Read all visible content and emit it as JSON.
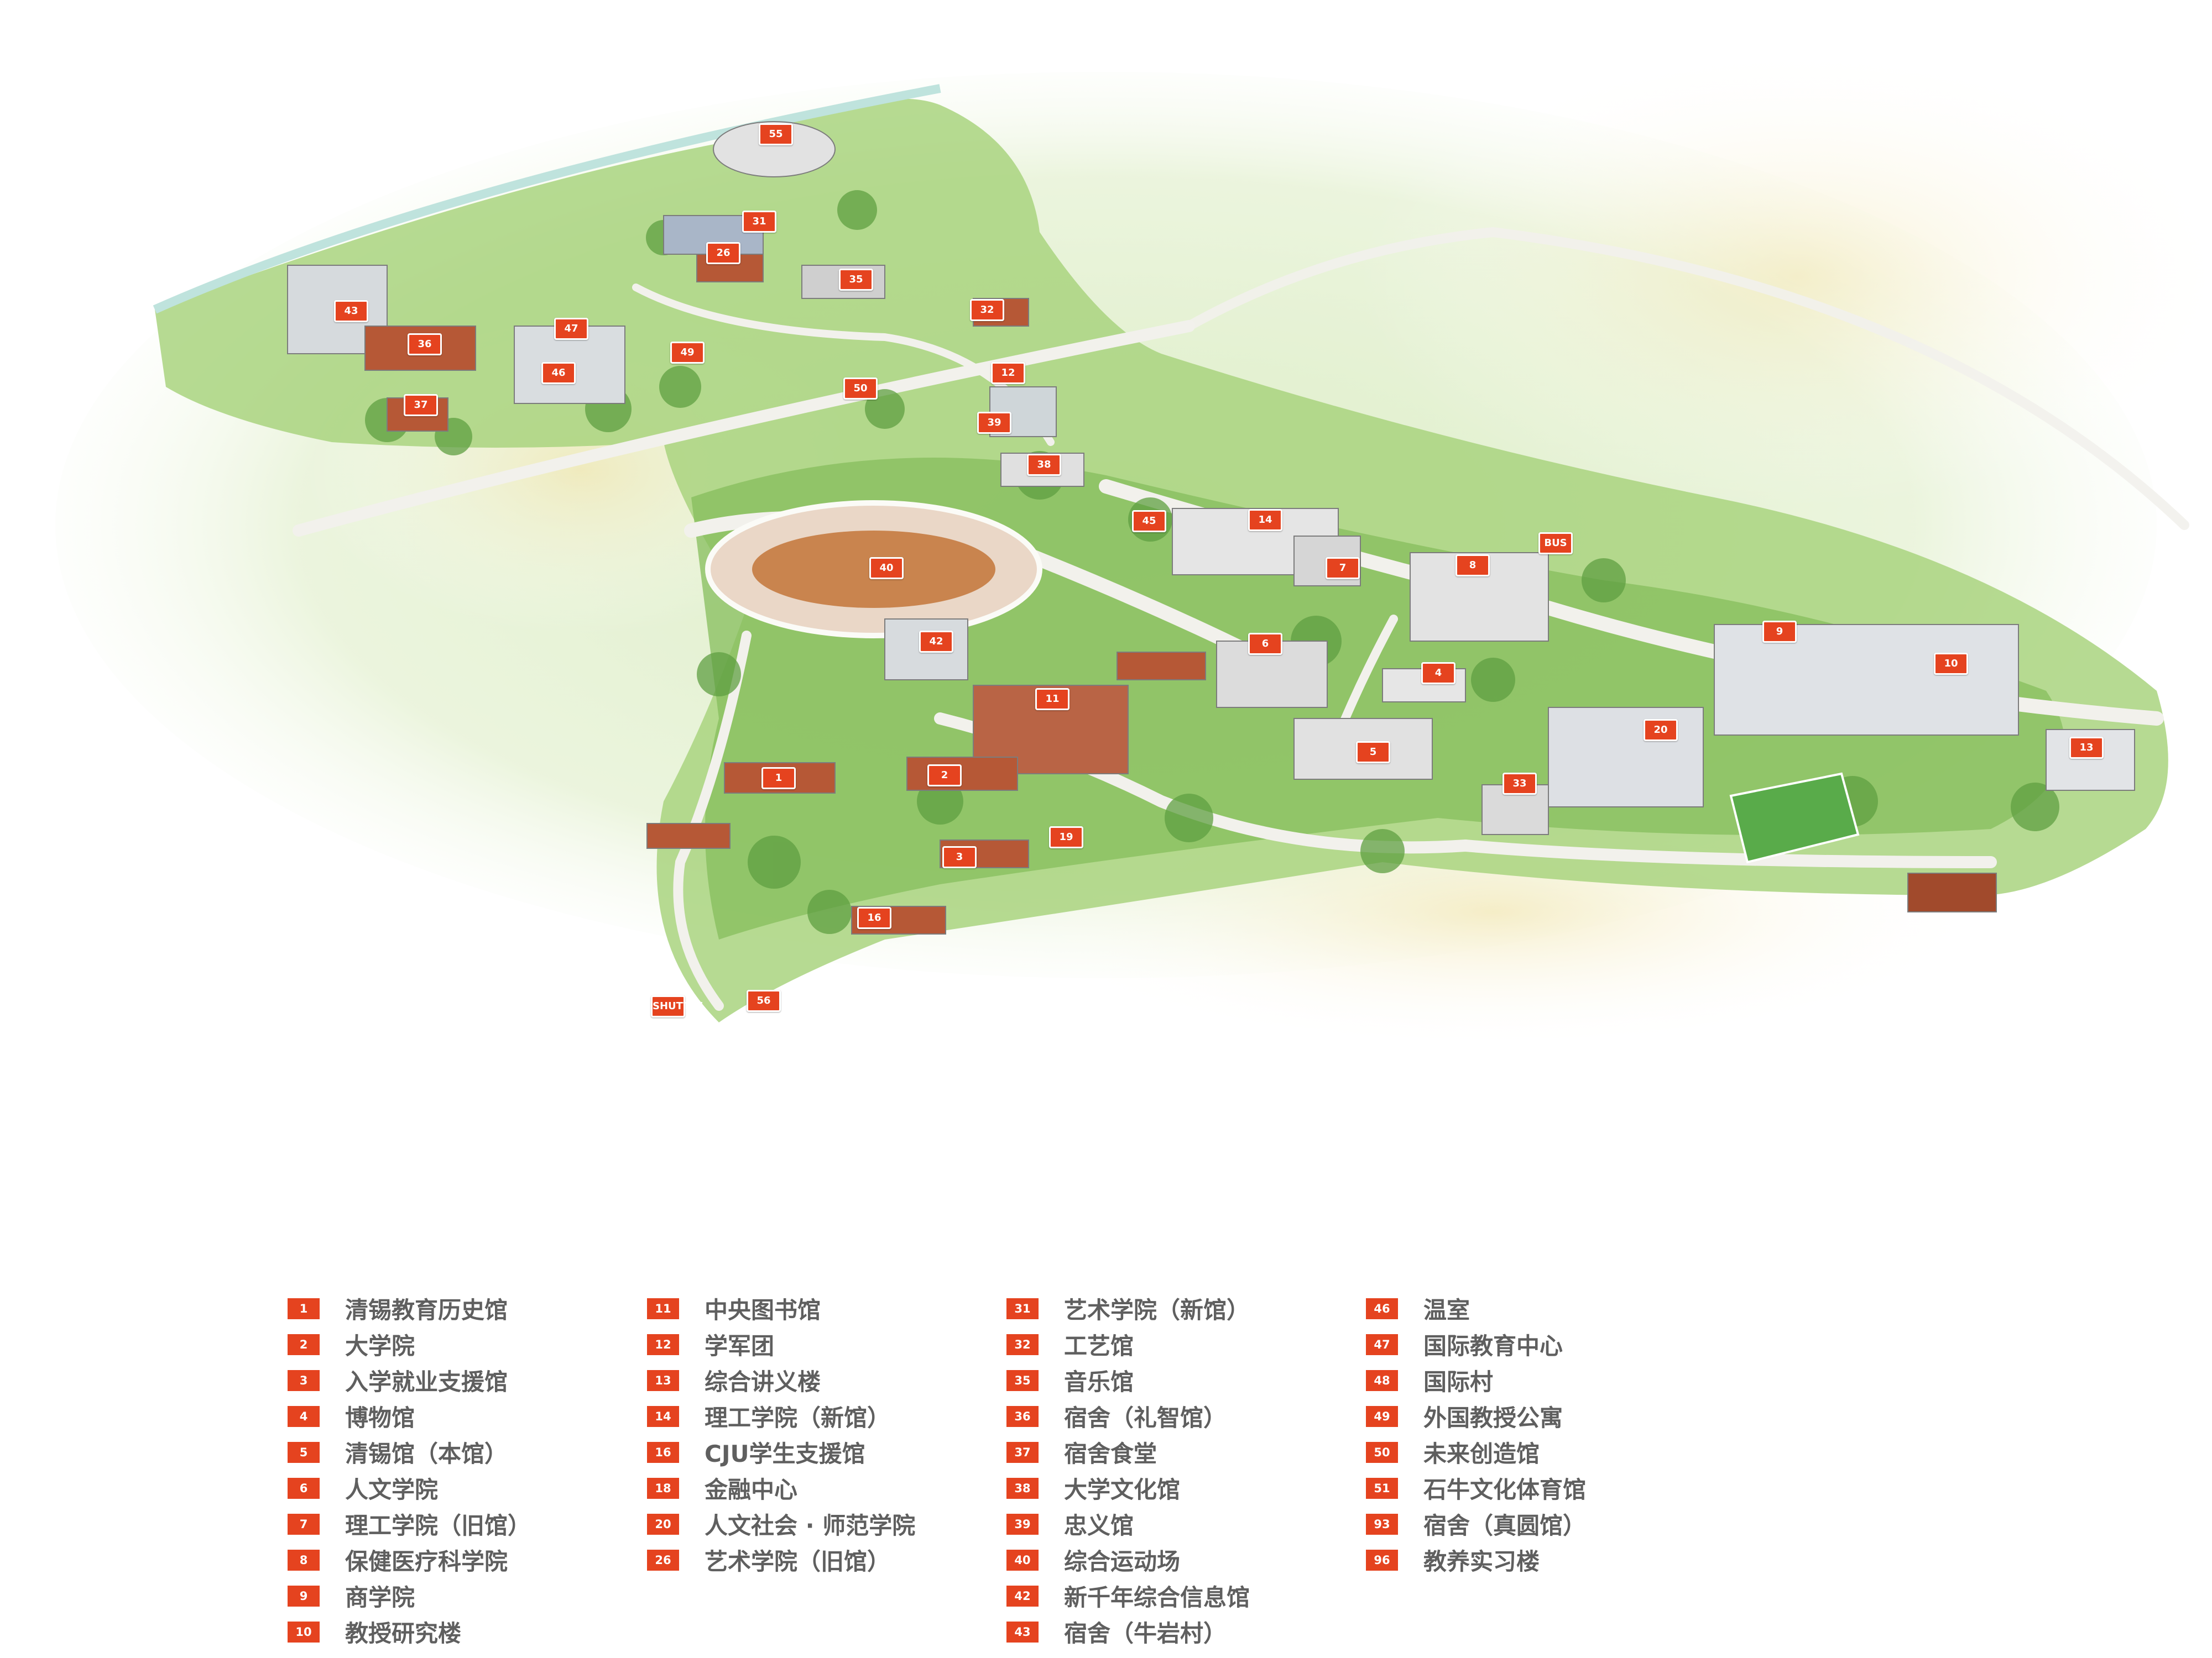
{
  "colors": {
    "marker_bg": "#e5431f",
    "marker_text": "#ffffff",
    "legend_text": "#5f5f5f",
    "greenery": "#8fc765",
    "road": "#f2f1ec"
  },
  "map": {
    "markers": [
      "55",
      "31",
      "26",
      "35",
      "32",
      "43",
      "36",
      "37",
      "47",
      "46",
      "49",
      "50",
      "12",
      "39",
      "38",
      "45",
      "14",
      "7",
      "8",
      "BUS",
      "40",
      "42",
      "6",
      "11",
      "9",
      "10",
      "4",
      "20",
      "5",
      "13",
      "33",
      "1",
      "2",
      "3",
      "16",
      "19",
      "SHUTTLE",
      "56"
    ]
  },
  "legend": {
    "columns": [
      [
        {
          "num": "1",
          "label": "清锡教育历史馆"
        },
        {
          "num": "2",
          "label": "大学院"
        },
        {
          "num": "3",
          "label": "入学就业支援馆"
        },
        {
          "num": "4",
          "label": "博物馆"
        },
        {
          "num": "5",
          "label": "清锡馆（本馆）"
        },
        {
          "num": "6",
          "label": "人文学院"
        },
        {
          "num": "7",
          "label": "理工学院（旧馆）"
        },
        {
          "num": "8",
          "label": "保健医疗科学院"
        },
        {
          "num": "9",
          "label": "商学院"
        },
        {
          "num": "10",
          "label": "教授研究楼"
        }
      ],
      [
        {
          "num": "11",
          "label": "中央图书馆"
        },
        {
          "num": "12",
          "label": "学军团"
        },
        {
          "num": "13",
          "label": "综合讲义楼"
        },
        {
          "num": "14",
          "label": "理工学院（新馆）"
        },
        {
          "num": "16",
          "label": "CJU学生支援馆"
        },
        {
          "num": "18",
          "label": "金融中心"
        },
        {
          "num": "20",
          "label": "人文社会 · 师范学院"
        },
        {
          "num": "26",
          "label": "艺术学院（旧馆）"
        }
      ],
      [
        {
          "num": "31",
          "label": "艺术学院（新馆）"
        },
        {
          "num": "32",
          "label": "工艺馆"
        },
        {
          "num": "35",
          "label": "音乐馆"
        },
        {
          "num": "36",
          "label": "宿舍（礼智馆）"
        },
        {
          "num": "37",
          "label": "宿舍食堂"
        },
        {
          "num": "38",
          "label": "大学文化馆"
        },
        {
          "num": "39",
          "label": "忠义馆"
        },
        {
          "num": "40",
          "label": "综合运动场"
        },
        {
          "num": "42",
          "label": "新千年综合信息馆"
        },
        {
          "num": "43",
          "label": "宿舍（牛岩村）"
        }
      ],
      [
        {
          "num": "46",
          "label": "温室"
        },
        {
          "num": "47",
          "label": "国际教育中心"
        },
        {
          "num": "48",
          "label": "国际村"
        },
        {
          "num": "49",
          "label": "外国教授公寓"
        },
        {
          "num": "50",
          "label": "未来创造馆"
        },
        {
          "num": "51",
          "label": "石牛文化体育馆"
        },
        {
          "num": "93",
          "label": "宿舍（真圆馆）"
        },
        {
          "num": "96",
          "label": "教养实习楼"
        }
      ]
    ]
  }
}
